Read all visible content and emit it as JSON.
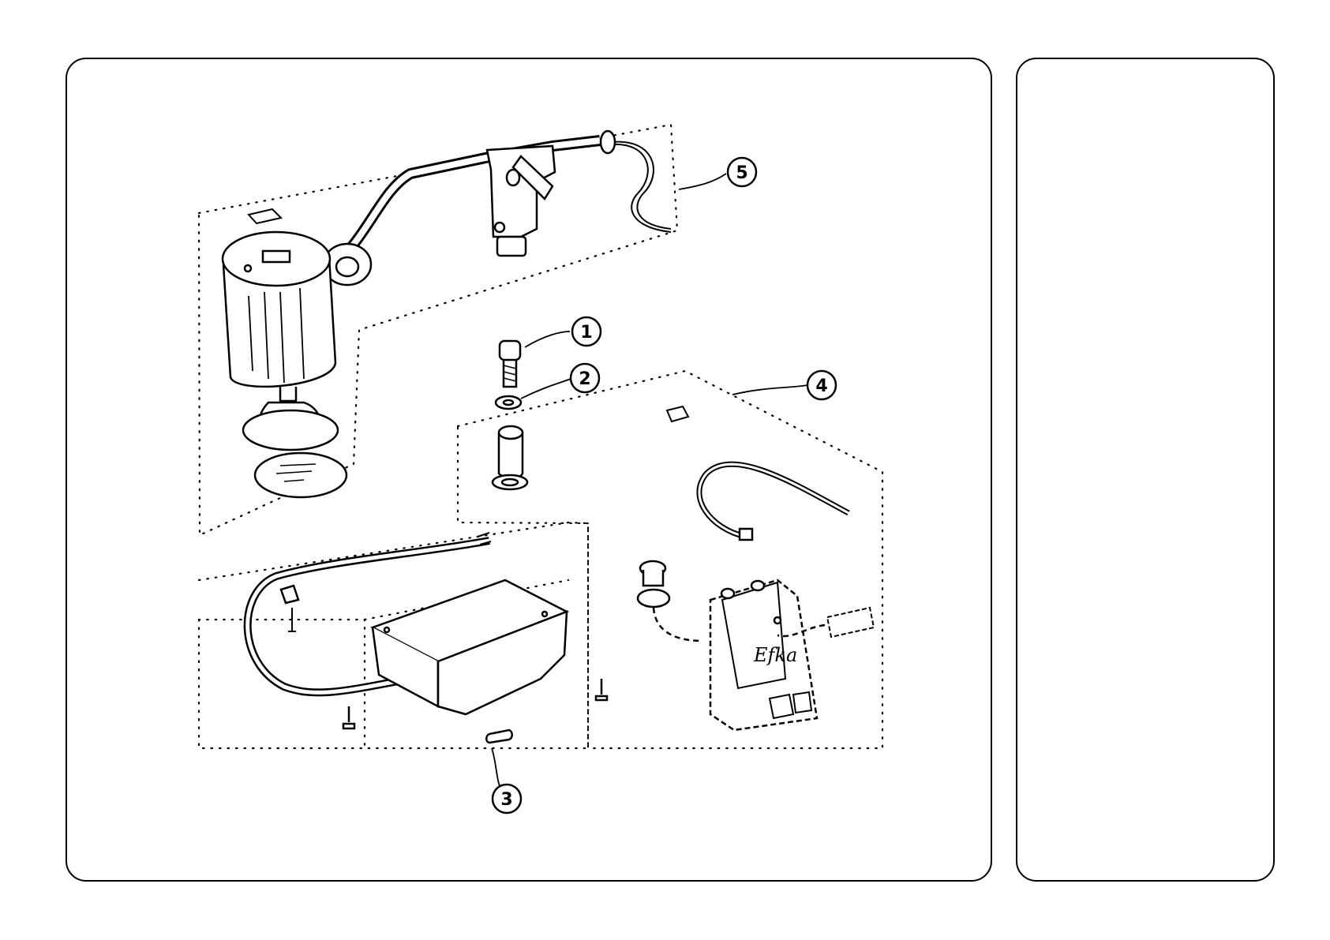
{
  "callouts": [
    {
      "id": "1",
      "label": "1"
    },
    {
      "id": "2",
      "label": "2"
    },
    {
      "id": "3",
      "label": "3"
    },
    {
      "id": "4",
      "label": "4"
    },
    {
      "id": "5",
      "label": "5"
    }
  ],
  "logo_text": "Efka",
  "colors": {
    "line": "#000000",
    "background": "#ffffff"
  }
}
